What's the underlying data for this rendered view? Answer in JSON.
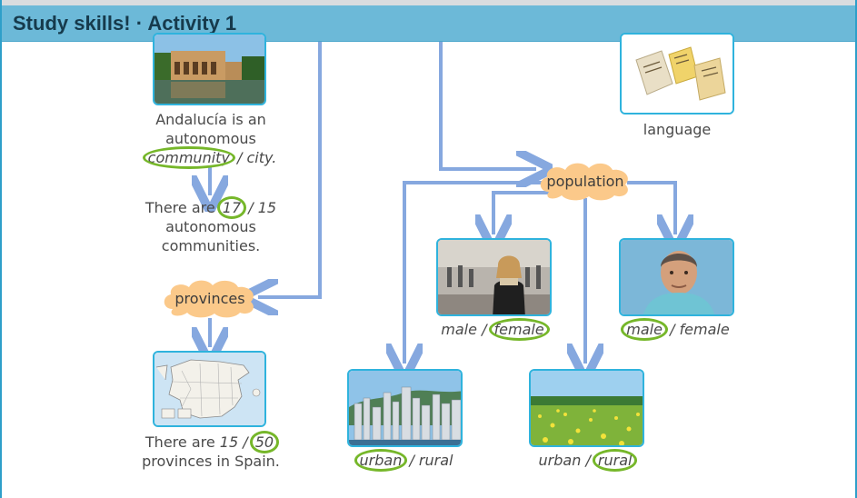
{
  "header": {
    "title": "Study skills! · Activity 1"
  },
  "nodes": {
    "population": "population",
    "provinces": "provinces",
    "language": "language"
  },
  "captions": {
    "andalucia": {
      "pre": "Andalucía is an autonomous",
      "option_a": "community",
      "sep": "/",
      "option_b": "city."
    },
    "communities": {
      "pre": "There are",
      "option_a": "17",
      "sep": "/",
      "option_b": "15",
      "post": "autonomous communities."
    },
    "provinces_count": {
      "pre": "There are",
      "option_a": "15",
      "sep": "/",
      "option_b": "50",
      "post": "provinces in Spain."
    },
    "woman": {
      "option_a": "male",
      "sep": "/",
      "option_b": "female"
    },
    "man": {
      "option_a": "male",
      "sep": "/",
      "option_b": "female"
    },
    "city": {
      "option_a": "urban",
      "sep": "/",
      "option_b": "rural"
    },
    "field": {
      "option_a": "urban",
      "sep": "/",
      "option_b": "rural"
    }
  },
  "images": {
    "palace": "alhambra-palace-photo",
    "books": "language-books-photo",
    "map": "spain-provinces-map",
    "woman": "woman-in-street-photo",
    "man": "man-portrait-photo",
    "city": "hong-kong-skyline-photo",
    "field": "flower-field-photo"
  },
  "colors": {
    "header": "#6cb9d8",
    "arrow": "#86a8df",
    "circle": "#76b72a",
    "border": "#2fb3dd",
    "cloud": "#fbc98a"
  }
}
